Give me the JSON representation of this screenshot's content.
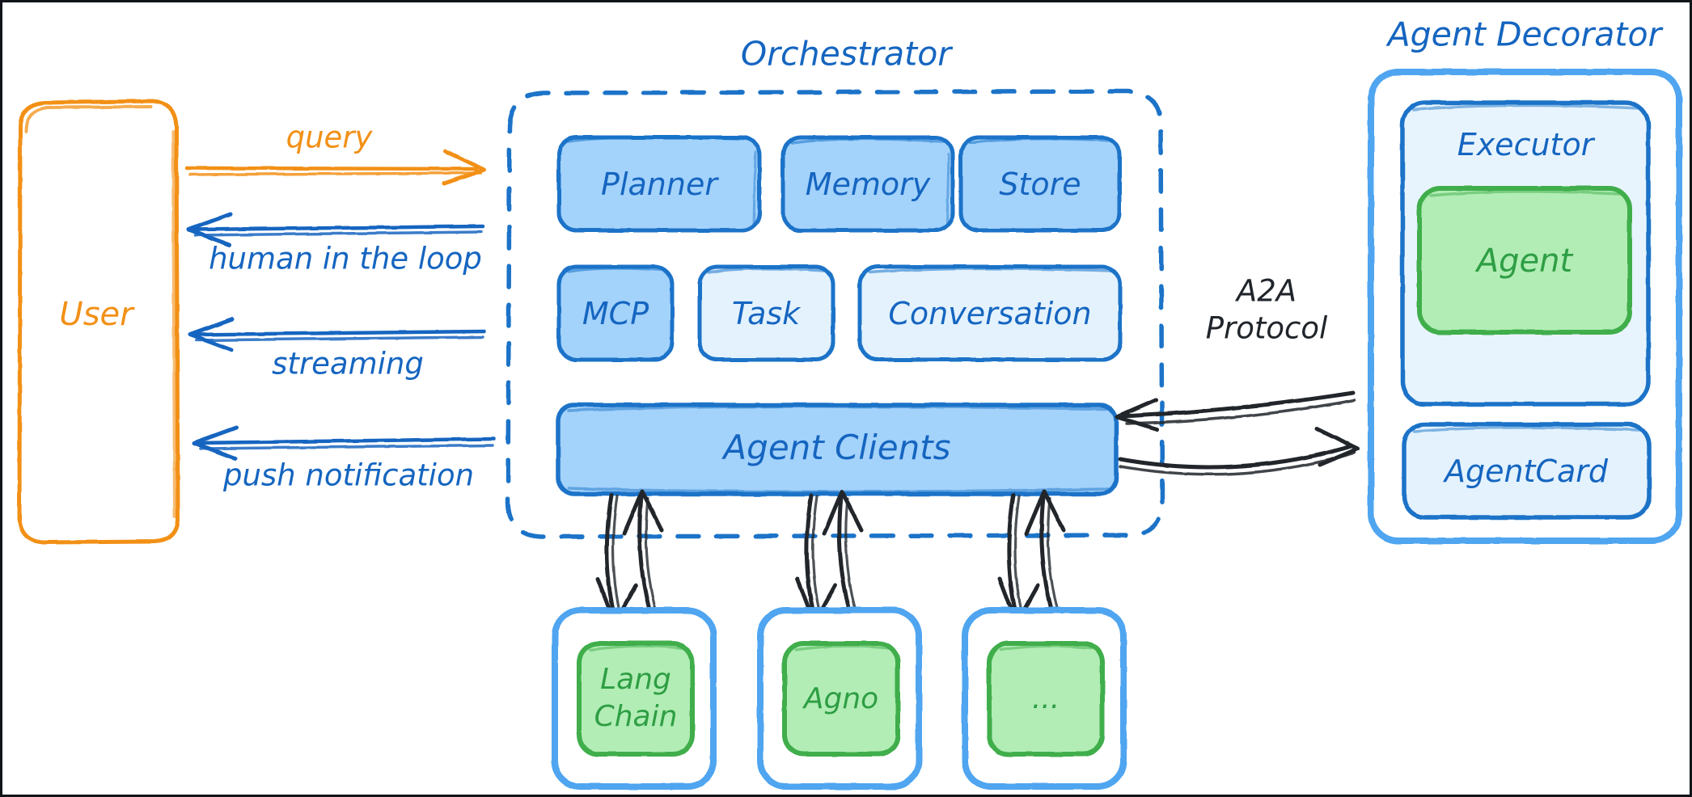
{
  "diagram": {
    "title_orchestrator": "Orchestrator",
    "title_agent_decorator": "Agent Decorator",
    "colors": {
      "blue_stroke": "#1A73C8",
      "blue_fill": "#A3D2FB",
      "blue_fill_light": "#E3F2FD",
      "blue_light_stroke": "#4FA5F0",
      "orange": "#F29016",
      "green_stroke": "#3FAE4C",
      "green_fill": "#B2EDB5",
      "arrow_dark": "#20252B",
      "frame": "#111418"
    }
  },
  "user": {
    "label": "User"
  },
  "flows": [
    {
      "label": "query",
      "direction": "right",
      "color": "#F29016"
    },
    {
      "label": "human in the loop",
      "direction": "left",
      "color": "#1565C0"
    },
    {
      "label": "streaming",
      "direction": "left",
      "color": "#1565C0"
    },
    {
      "label": "push notification",
      "direction": "left",
      "color": "#1565C0"
    }
  ],
  "orchestrator": {
    "title": "Orchestrator",
    "row1": [
      {
        "label": "Planner",
        "fill": "solid"
      },
      {
        "label": "Memory",
        "fill": "solid"
      },
      {
        "label": "Store",
        "fill": "solid"
      }
    ],
    "row2": [
      {
        "label": "MCP",
        "fill": "solid"
      },
      {
        "label": "Task",
        "fill": "light"
      },
      {
        "label": "Conversation",
        "fill": "light"
      }
    ],
    "agent_clients": {
      "label": "Agent Clients"
    }
  },
  "protocol": {
    "line1": "A2A",
    "line2": "Protocol"
  },
  "agent_decorator": {
    "title": "Agent Decorator",
    "executor": {
      "label": "Executor"
    },
    "agent": {
      "label": "Agent"
    },
    "agent_card": {
      "label": "AgentCard"
    }
  },
  "frameworks": [
    {
      "label_line1": "Lang",
      "label_line2": "Chain"
    },
    {
      "label_line1": "Agno",
      "label_line2": ""
    },
    {
      "label_line1": "...",
      "label_line2": ""
    }
  ]
}
